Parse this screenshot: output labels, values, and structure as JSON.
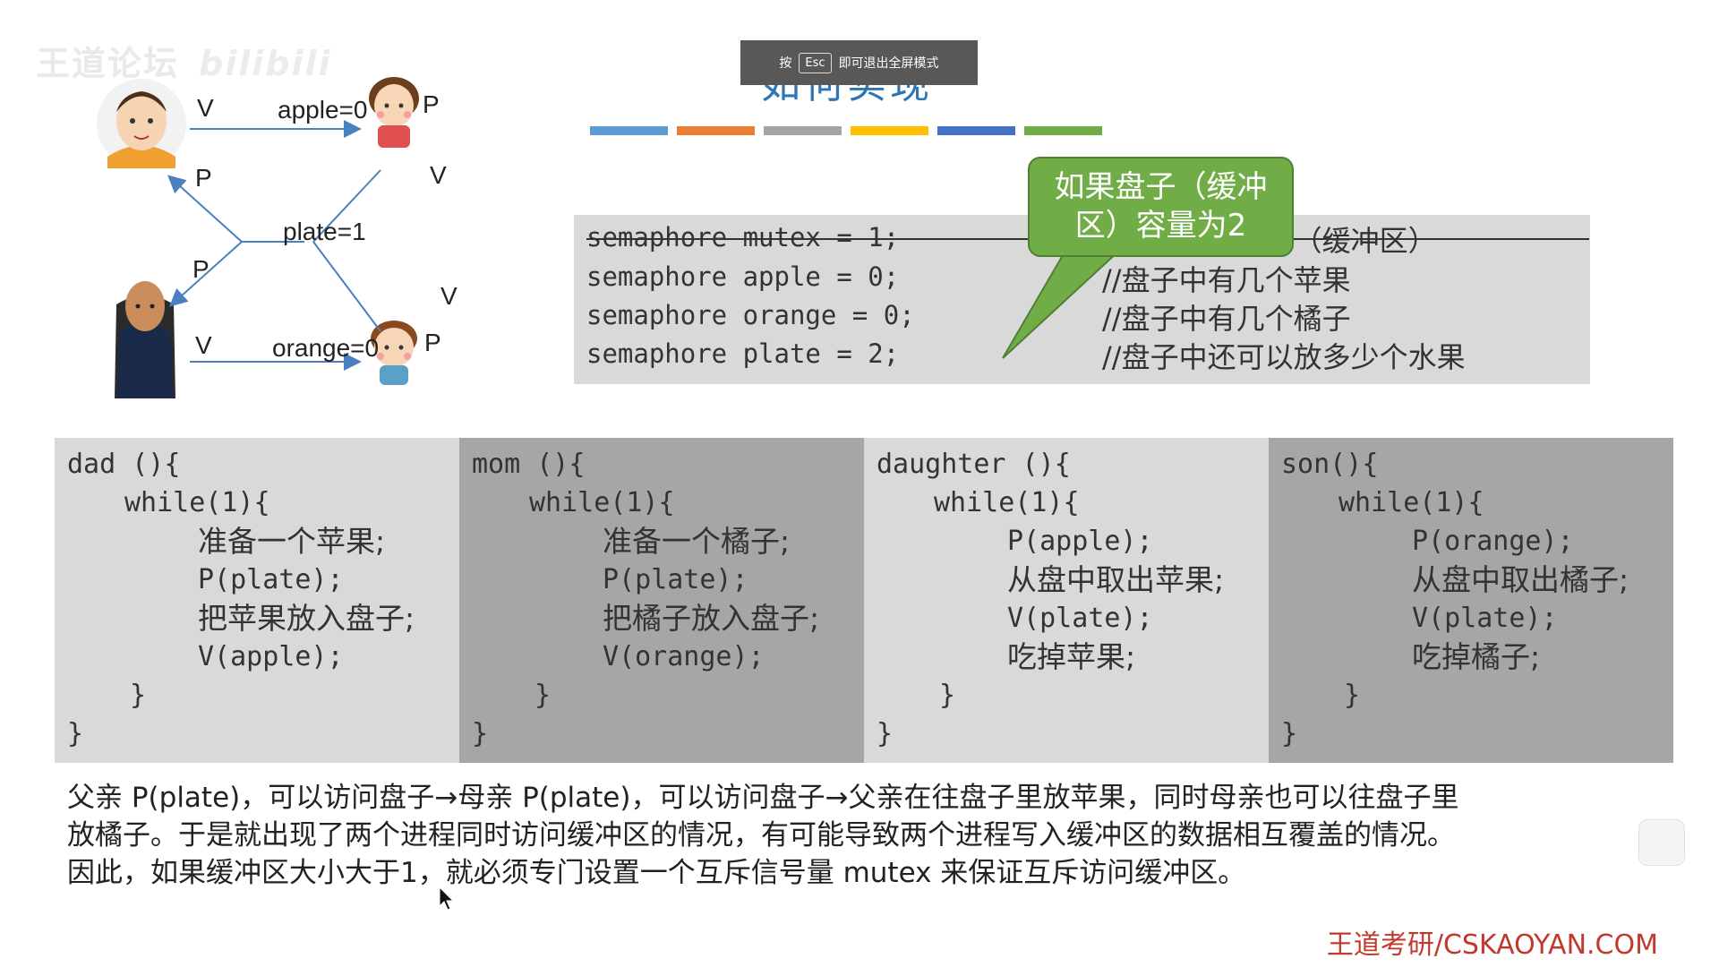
{
  "watermark": {
    "text": "王道论坛",
    "bilibili": "bilibili"
  },
  "esc_toast": {
    "prefix": "按",
    "key": "Esc",
    "suffix": "即可退出全屏模式"
  },
  "slide": {
    "title": "如何实现",
    "color_bar": [
      "#5b9bd5",
      "#ed7d31",
      "#a5a5a5",
      "#ffc000",
      "#4472c4",
      "#70ad47"
    ]
  },
  "diagram": {
    "apple_label": "apple=0",
    "plate_label": "plate=1",
    "orange_label": "orange=0",
    "v": "V",
    "p": "P"
  },
  "semaphores": [
    {
      "code": "semaphore mutex = 1;",
      "comment": "//互斥访问盘子（缓冲区）"
    },
    {
      "code": "semaphore apple = 0;",
      "comment": "//盘子中有几个苹果"
    },
    {
      "code": "semaphore orange = 0;",
      "comment": "//盘子中有几个橘子"
    },
    {
      "code": "semaphore plate = 2;",
      "comment": "//盘子中还可以放多少个水果"
    }
  ],
  "callout": {
    "text": "如果盘子（缓冲区）容量为2"
  },
  "processes": [
    {
      "header": "dad ()",
      "loop": "while(1){",
      "lines": [
        "准备一个苹果;",
        "P(plate);",
        "把苹果放入盘子;",
        "V(apple);"
      ]
    },
    {
      "header": "mom ()",
      "loop": "while(1){",
      "lines": [
        "准备一个橘子;",
        "P(plate);",
        "把橘子放入盘子;",
        "V(orange);"
      ]
    },
    {
      "header": "daughter ()",
      "loop": "while(1){",
      "lines": [
        "P(apple);",
        "从盘中取出苹果;",
        "V(plate);",
        "吃掉苹果;"
      ]
    },
    {
      "header": "son()",
      "loop": "while(1){",
      "lines": [
        "P(orange);",
        "从盘中取出橘子;",
        "V(plate);",
        "吃掉橘子;"
      ]
    }
  ],
  "explanation": [
    "父亲 P(plate)，可以访问盘子→母亲 P(plate)，可以访问盘子→父亲在往盘子里放苹果，同时母亲也可以往盘子里",
    "放橘子。于是就出现了两个进程同时访问缓冲区的情况，有可能导致两个进程写入缓冲区的数据相互覆盖的情况。",
    "因此，如果缓冲区大小大于1，就必须专门设置一个互斥信号量 mutex 来保证互斥访问缓冲区。"
  ],
  "brand": "王道考研/CSKAOYAN.COM"
}
